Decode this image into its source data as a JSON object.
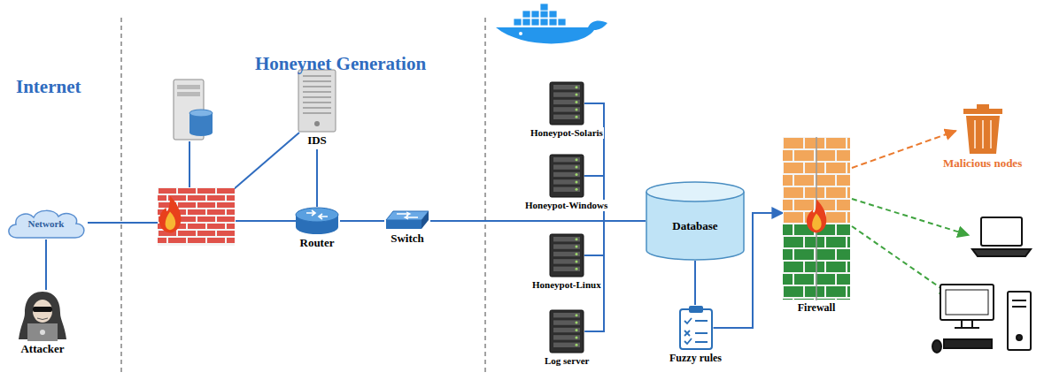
{
  "diagram": {
    "nodes": [
      {
        "text": [
          "Network"
        ]
      },
      {
        "text": [
          "Attacker"
        ]
      },
      {
        "text": [
          "IDS"
        ]
      },
      {
        "text": [
          "Router"
        ]
      },
      {
        "text": [
          "Switch"
        ]
      },
      {
        "text": [
          "Honeypot-Solaris"
        ]
      },
      {
        "text": [
          "Honeypot-Windows"
        ]
      },
      {
        "text": [
          "Honeypot-Linux"
        ]
      },
      {
        "text": [
          "Log server"
        ]
      },
      {
        "text": [
          "Database"
        ]
      },
      {
        "text": [
          "Fuzzy rules"
        ]
      },
      {
        "text": [
          "Firewall"
        ]
      },
      {
        "text": [
          "Malicious nodes"
        ]
      }
    ],
    "edges": [
      {
        "from": 0,
        "to": 1,
        "arrow": "none"
      },
      {
        "from": 2,
        "to": 3,
        "arrow": "none"
      },
      {
        "from": 3,
        "to": 4,
        "arrow": "none"
      },
      {
        "from": 4,
        "to": 9,
        "arrow": "none"
      },
      {
        "from": 5,
        "to": 9,
        "arrow": "none"
      },
      {
        "from": 6,
        "to": 9,
        "arrow": "none"
      },
      {
        "from": 7,
        "to": 9,
        "arrow": "none"
      },
      {
        "from": 8,
        "to": 9,
        "arrow": "none"
      },
      {
        "from": 9,
        "to": 10,
        "arrow": "none"
      },
      {
        "from": 10,
        "to": 11,
        "arrow": "to"
      },
      {
        "from": 11,
        "to": 12,
        "arrow": "to"
      }
    ],
    "labels": [
      "Internet",
      "Honeynet Generation"
    ]
  }
}
